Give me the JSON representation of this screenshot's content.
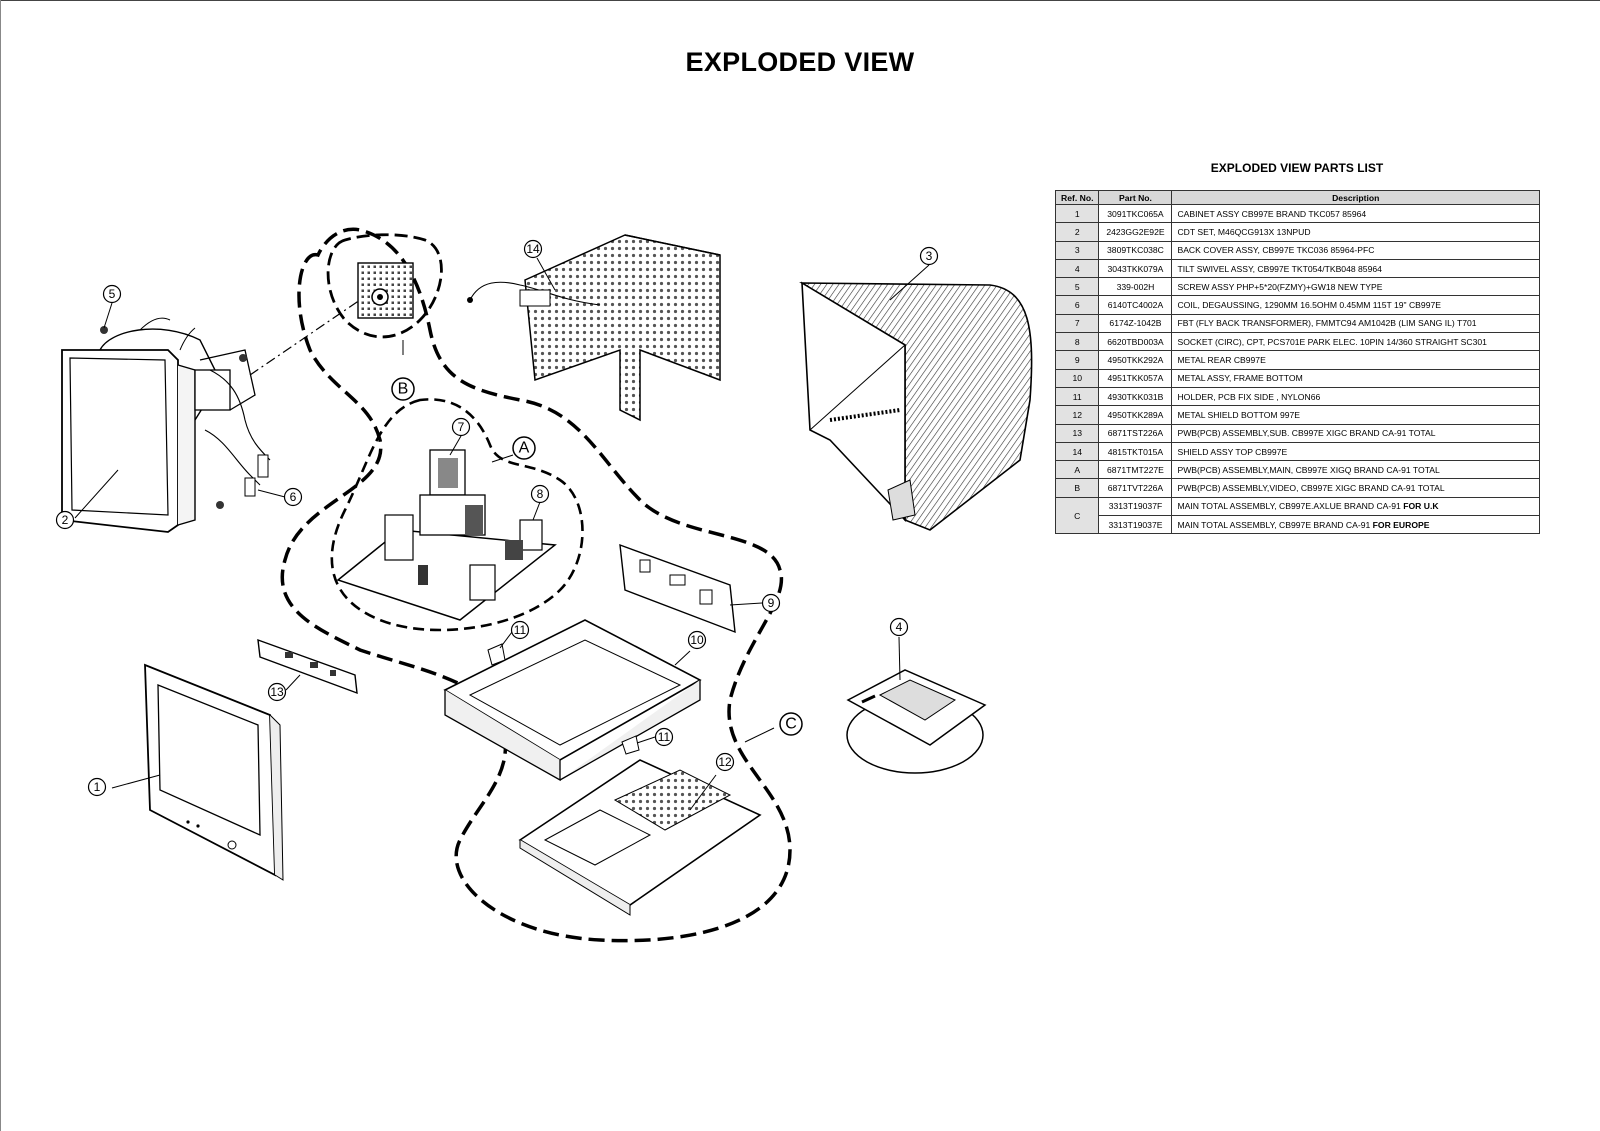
{
  "page": {
    "title": "EXPLODED VIEW"
  },
  "diagram": {
    "callouts": [
      "1",
      "2",
      "3",
      "4",
      "5",
      "6",
      "7",
      "8",
      "9",
      "10",
      "11",
      "11",
      "12",
      "13",
      "14"
    ],
    "section_labels": [
      "A",
      "B",
      "C"
    ]
  },
  "parts_list": {
    "title": "EXPLODED VIEW PARTS LIST",
    "headers": [
      "Ref. No.",
      "Part No.",
      "Description"
    ],
    "rows": [
      {
        "ref": "1",
        "part_no": "3091TKC065A",
        "description": "CABINET ASSY CB997E BRAND TKC057 85964"
      },
      {
        "ref": "2",
        "part_no": "2423GG2E92E",
        "description": "CDT SET, M46QCG913X 13NPUD"
      },
      {
        "ref": "3",
        "part_no": "3809TKC038C",
        "description": "BACK COVER ASSY, CB997E TKC036 85964-PFC"
      },
      {
        "ref": "4",
        "part_no": "3043TKK079A",
        "description": "TILT SWIVEL ASSY, CB997E TKT054/TKB048 85964"
      },
      {
        "ref": "5",
        "part_no": "339-002H",
        "description": "SCREW ASSY   PHP+5*20(FZMY)+GW18 NEW TYPE"
      },
      {
        "ref": "6",
        "part_no": "6140TC4002A",
        "description": "COIL, DEGAUSSING, 1290MM 16.5OHM 0.45MM 115T 19\" CB997E"
      },
      {
        "ref": "7",
        "part_no": "6174Z-1042B",
        "description": "FBT (FLY BACK TRANSFORMER), FMMTC94 AM1042B (LIM SANG IL) T701"
      },
      {
        "ref": "8",
        "part_no": "6620TBD003A",
        "description": "SOCKET (CIRC), CPT, PCS701E PARK ELEC. 10PIN 14/360 STRAIGHT SC301"
      },
      {
        "ref": "9",
        "part_no": "4950TKK292A",
        "description": "METAL  REAR CB997E"
      },
      {
        "ref": "10",
        "part_no": "4951TKK057A",
        "description": "METAL ASSY, FRAME BOTTOM"
      },
      {
        "ref": "11",
        "part_no": "4930TKK031B",
        "description": "HOLDER, PCB FIX SIDE , NYLON66"
      },
      {
        "ref": "12",
        "part_no": "4950TKK289A",
        "description": "METAL  SHIELD BOTTOM 997E"
      },
      {
        "ref": "13",
        "part_no": "6871TST226A",
        "description": "PWB(PCB) ASSEMBLY,SUB. CB997E XIGC BRAND CA-91 TOTAL"
      },
      {
        "ref": "14",
        "part_no": "4815TKT015A",
        "description": "SHIELD ASSY    TOP CB997E"
      },
      {
        "ref": "A",
        "part_no": "6871TMT227E",
        "description": "PWB(PCB) ASSEMBLY,MAIN, CB997E XIGQ BRAND CA-91 TOTAL"
      },
      {
        "ref": "B",
        "part_no": "6871TVT226A",
        "description": "PWB(PCB) ASSEMBLY,VIDEO, CB997E XIGC BRAND CA-91 TOTAL"
      }
    ],
    "c_rows": {
      "ref": "C",
      "uk": {
        "part_no": "3313T19037F",
        "description": "MAIN TOTAL ASSEMBLY, CB997E.AXLUE BRAND CA-91 ",
        "suffix": "FOR U.K"
      },
      "europe": {
        "part_no": "3313T19037E",
        "description": "MAIN TOTAL ASSEMBLY, CB997E BRAND CA-91 ",
        "suffix": "FOR EUROPE"
      }
    }
  }
}
